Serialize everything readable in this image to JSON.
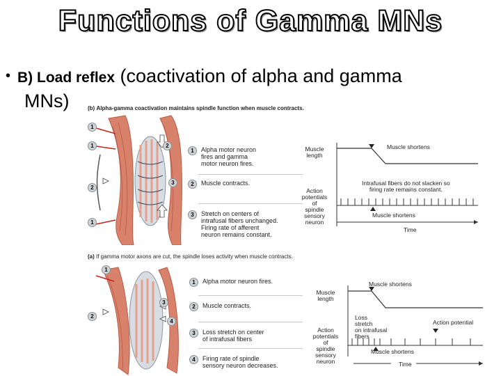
{
  "title": "Functions of Gamma MNs",
  "bullet": {
    "marker": "•",
    "bold": "B) Load reflex",
    "text": " (coactivation of alpha and gamma",
    "continuation": "MNs)"
  },
  "panel_b": {
    "tag": "(b)",
    "caption": "Alpha-gamma coactivation maintains spindle function when muscle contracts.",
    "steps": [
      {
        "num": "1",
        "lines": [
          "Alpha motor neuron",
          "fires and gamma",
          "motor neuron fires."
        ]
      },
      {
        "num": "2",
        "lines": [
          "Muscle contracts."
        ]
      },
      {
        "num": "3",
        "lines": [
          "Stretch on centers of",
          "intrafusal fibers unchanged.",
          "Firing rate of afferent",
          "neuron remains constant."
        ]
      }
    ],
    "muscle_length_label": [
      "Muscle",
      "length"
    ],
    "action_potentials_label": [
      "Action",
      "potentials",
      "of",
      "spindle",
      "sensory",
      "neuron"
    ],
    "muscle_shortens_top": "Muscle shortens",
    "note": [
      "Intrafusal fibers do not slacken so",
      "firing rate remains constant."
    ],
    "muscle_shortens_bottom": "Muscle shortens",
    "time_label": "Time",
    "callouts": [
      "1",
      "1",
      "2",
      "2",
      "3",
      "1"
    ]
  },
  "panel_a": {
    "tag": "(a)",
    "caption": "If gamma motor axons are cut, the spindle loses activity when muscle contracts.",
    "steps": [
      {
        "num": "1",
        "lines": [
          "Alpha motor neuron fires."
        ]
      },
      {
        "num": "2",
        "lines": [
          "Muscle contracts."
        ]
      },
      {
        "num": "3",
        "lines": [
          "Loss stretch on center",
          "of intrafusal fibers"
        ]
      },
      {
        "num": "4",
        "lines": [
          "Firing rate of spindle",
          "sensory neuron decreases."
        ]
      }
    ],
    "muscle_length_label": [
      "Muscle",
      "length"
    ],
    "action_potentials_label": [
      "Action",
      "potentials",
      "of",
      "spindle",
      "sensory",
      "neuron"
    ],
    "muscle_shortens_top": "Muscle shortens",
    "loss_note": [
      "Loss",
      "stretch",
      "on intrafusal",
      "fibers"
    ],
    "action_potential_label": "Action potential",
    "muscle_shortens_bottom": "Muscle shortens",
    "time_label": "Time",
    "callouts": [
      "1",
      "2",
      "3",
      "4"
    ]
  },
  "colors": {
    "muscle": "#d9826b",
    "muscle_dark": "#b85a45",
    "spindle": "#d7dde3",
    "arrow": "#c8231b",
    "step_circle": "#cfd3d6"
  }
}
